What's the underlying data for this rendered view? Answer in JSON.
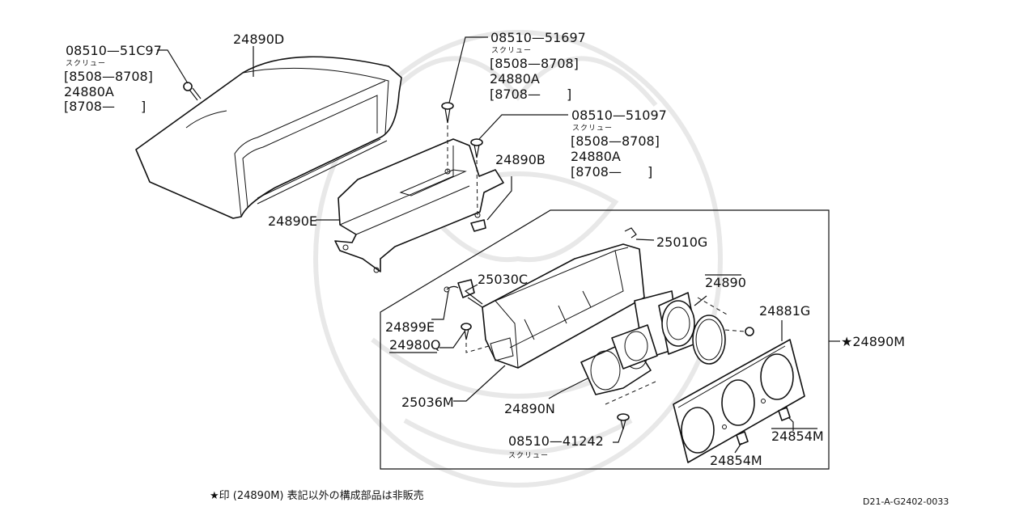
{
  "labels": {
    "p24890D": "24890D",
    "screw1_pn": "08510—51C97",
    "screw1_sub": "スクリュー",
    "screw1_r1": "[8508—8708]",
    "screw1_r2": "24880A",
    "screw1_r3": "[8708—　　]",
    "screw2_pn": "08510—51697",
    "screw2_sub": "スクリュー",
    "screw2_r1": "[8508—8708]",
    "screw2_r2": "24880A",
    "screw2_r3": "[8708—　　]",
    "screw3_pn": "08510—51097",
    "screw3_sub": "スクリュー",
    "screw3_r1": "[8508—8708]",
    "screw3_r2": "24880A",
    "screw3_r3": "[8708—　　]",
    "p24890B": "24890B",
    "p24890E": "24890E",
    "p25010G": "25010G",
    "p25030C": "25030C",
    "p24890": "24890",
    "p24881G": "24881G",
    "p24899E": "24899E",
    "p24980Q": "24980Q",
    "p24890M": "★24890M",
    "p25036M": "25036M",
    "p24890N": "24890N",
    "p24854M_a": "24854M",
    "p24854M_b": "24854M",
    "screw4_pn": "08510—41242",
    "screw4_sub": "スクリュー"
  },
  "footer": {
    "note": "★印 (24890M) 表記以外の構成部品は非販売",
    "code": "D21-A-G2402-0033"
  }
}
